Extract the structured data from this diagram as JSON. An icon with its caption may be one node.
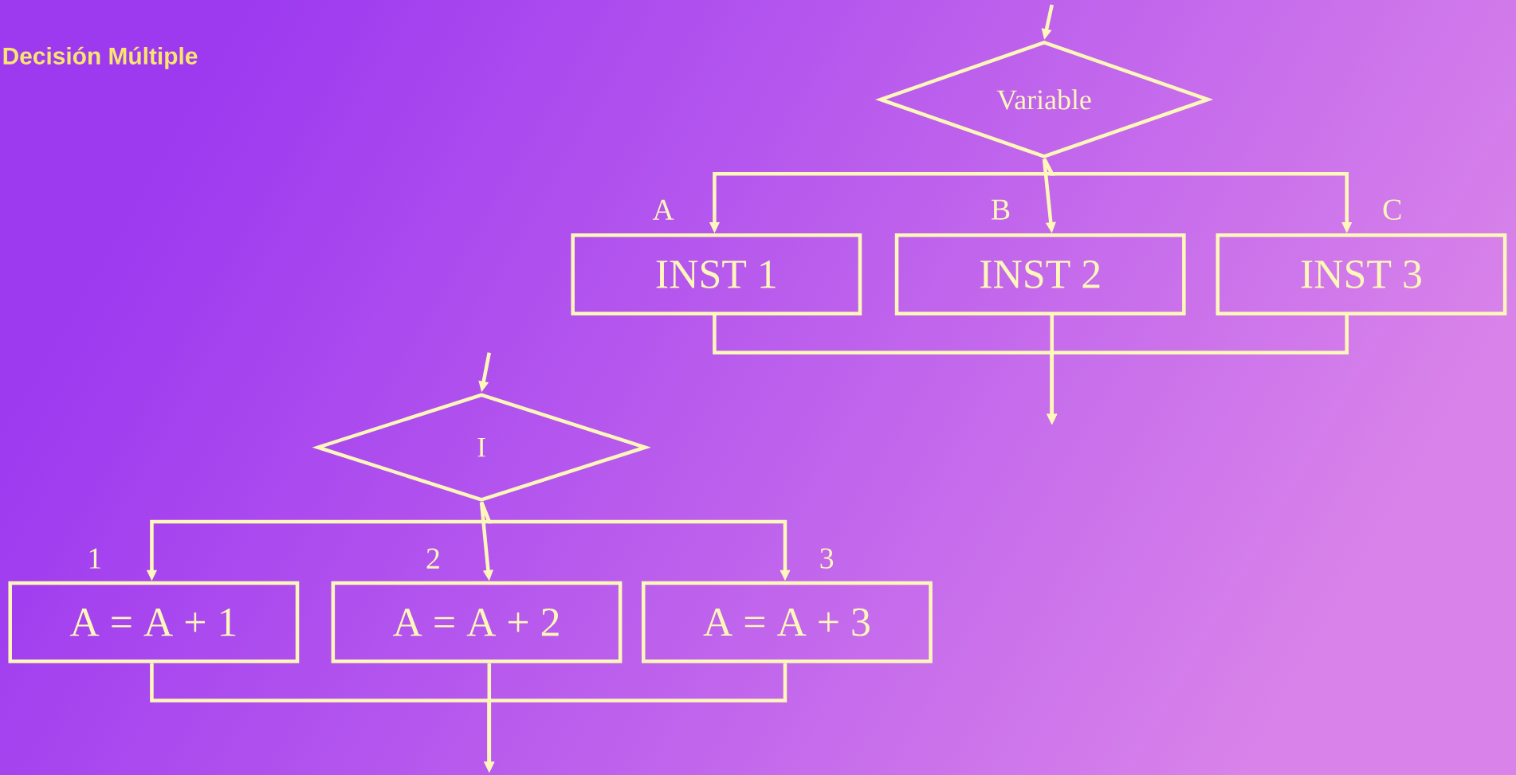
{
  "diagram": {
    "title": "Decisión Múltiple",
    "nodes": [
      {
        "text": [
          "Variable"
        ]
      },
      {
        "text": [
          "INST 1"
        ]
      },
      {
        "text": [
          "INST 2"
        ]
      },
      {
        "text": [
          "INST 3"
        ]
      },
      {
        "text": [
          "I"
        ]
      },
      {
        "text": [
          "A = A + 1"
        ]
      },
      {
        "text": [
          "A = A + 2"
        ]
      },
      {
        "text": [
          "A = A + 3"
        ]
      }
    ],
    "edges": [
      {
        "from": null,
        "to": 0,
        "arrow": "to"
      },
      {
        "from": 0,
        "to": 1,
        "arrow": "to",
        "label": "A"
      },
      {
        "from": 0,
        "to": 2,
        "arrow": "to",
        "label": "B"
      },
      {
        "from": 0,
        "to": 3,
        "arrow": "to",
        "label": "C"
      },
      {
        "from": 1,
        "to": null,
        "arrow": "to"
      },
      {
        "from": 2,
        "to": null,
        "arrow": "to"
      },
      {
        "from": 3,
        "to": null,
        "arrow": "to"
      },
      {
        "from": null,
        "to": 4,
        "arrow": "to"
      },
      {
        "from": 4,
        "to": 5,
        "arrow": "to",
        "label": "1"
      },
      {
        "from": 4,
        "to": 6,
        "arrow": "to",
        "label": "2"
      },
      {
        "from": 4,
        "to": 7,
        "arrow": "to",
        "label": "3"
      },
      {
        "from": 5,
        "to": null,
        "arrow": "to"
      },
      {
        "from": 6,
        "to": null,
        "arrow": "to"
      },
      {
        "from": 7,
        "to": null,
        "arrow": "to"
      }
    ]
  }
}
